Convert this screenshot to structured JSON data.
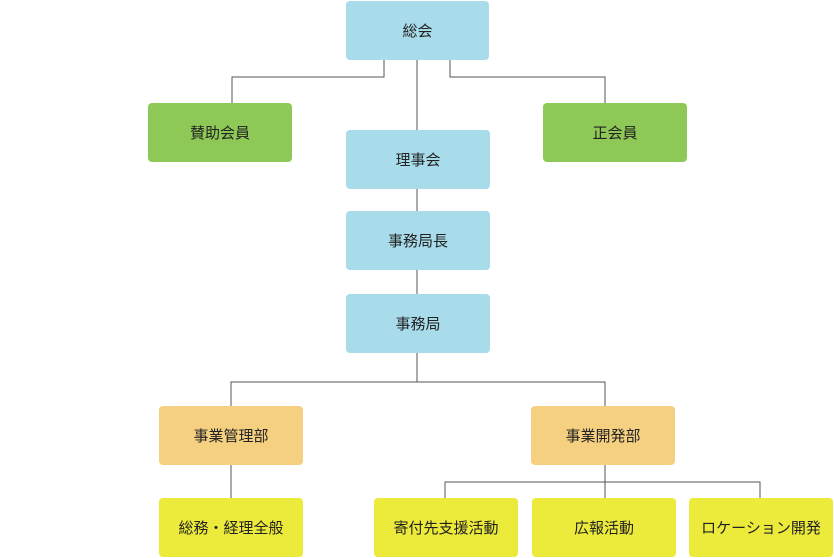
{
  "colors": {
    "governance": "#a9dceb",
    "members": "#8ec957",
    "department": "#f6d081",
    "unit": "#ecea3a",
    "connector": "#555555"
  },
  "org": {
    "general_assembly": "総会",
    "supporting_members": "賛助会員",
    "regular_members": "正会員",
    "board": "理事会",
    "secretary_general": "事務局長",
    "secretariat": "事務局",
    "business_management": "事業管理部",
    "business_development": "事業開発部",
    "general_affairs": "総務・経理全般",
    "fundraising": "寄付先支援活動",
    "public_relations": "広報活動",
    "location_development": "ロケーション開発"
  }
}
